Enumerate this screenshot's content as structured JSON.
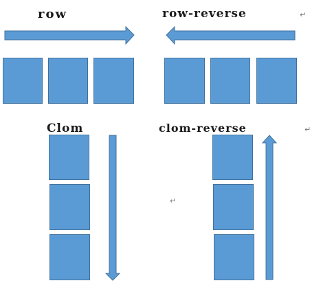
{
  "diagram": {
    "titles": {
      "row": "row",
      "row_reverse": "row-reverse",
      "column": "Clom",
      "column_reverse": "clom-reverse"
    },
    "paragraph_mark": "↵",
    "colors": {
      "box_fill": "#5b9bd5",
      "box_border": "#41719c",
      "arrow_fill": "#5b9bd5",
      "title_text": "#1a1a1a"
    },
    "groups": [
      {
        "id": "row",
        "box_count": 3,
        "arrow_direction": "right"
      },
      {
        "id": "row-reverse",
        "box_count": 3,
        "arrow_direction": "left"
      },
      {
        "id": "column",
        "box_count": 3,
        "arrow_direction": "down"
      },
      {
        "id": "column-reverse",
        "box_count": 3,
        "arrow_direction": "up"
      }
    ]
  }
}
